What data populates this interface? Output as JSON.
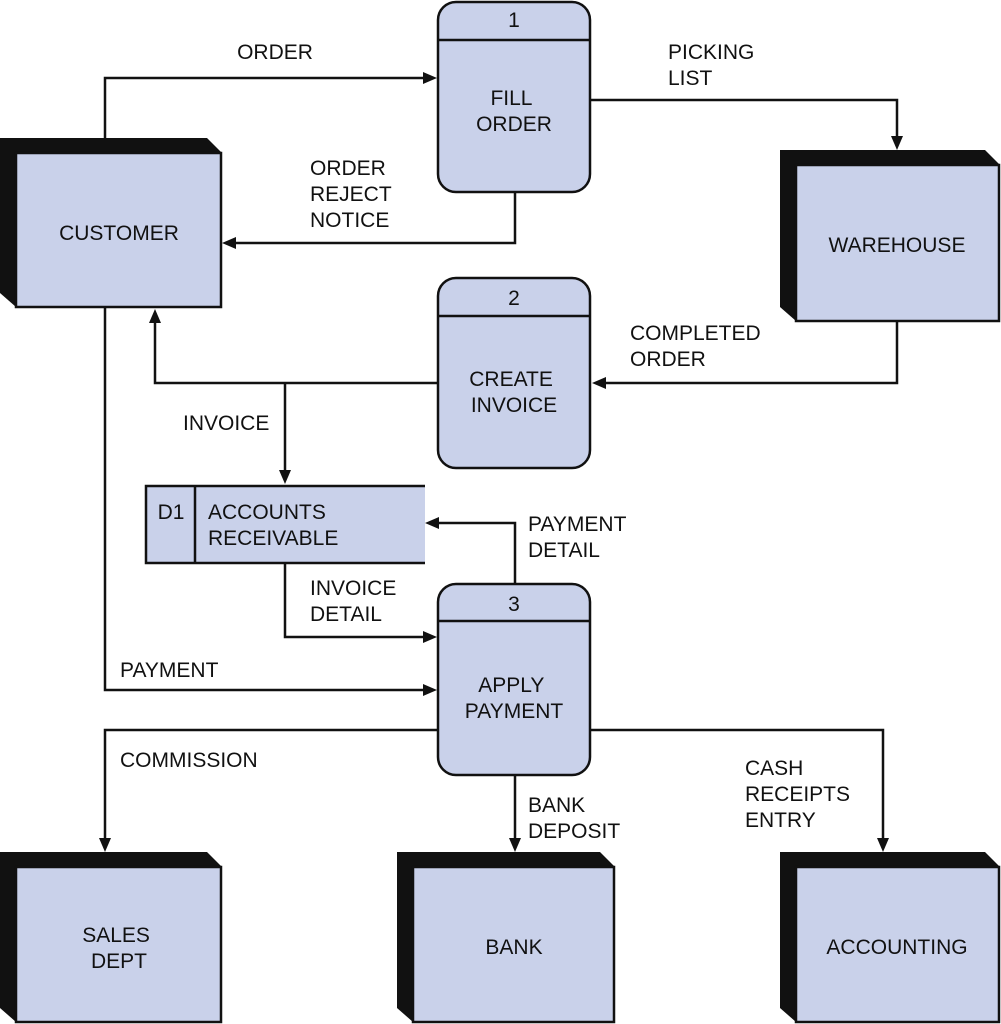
{
  "diagram": {
    "entities": {
      "customer": "CUSTOMER",
      "warehouse": "WAREHOUSE",
      "sales_dept": [
        "SALES",
        "DEPT"
      ],
      "bank": "BANK",
      "accounting": "ACCOUNTING"
    },
    "processes": {
      "fill_order": {
        "number": "1",
        "name": [
          "FILL",
          "ORDER"
        ]
      },
      "create_invoice": {
        "number": "2",
        "name": [
          "CREATE",
          "INVOICE"
        ]
      },
      "apply_payment": {
        "number": "3",
        "name": [
          "APPLY",
          "PAYMENT"
        ]
      }
    },
    "data_store": {
      "id": "D1",
      "name": [
        "ACCOUNTS",
        "RECEIVABLE"
      ]
    },
    "flows": {
      "order": "ORDER",
      "picking_list": [
        "PICKING",
        "LIST"
      ],
      "order_reject_notice": [
        "ORDER",
        "REJECT",
        "NOTICE"
      ],
      "completed_order": [
        "COMPLETED",
        "ORDER"
      ],
      "invoice": "INVOICE",
      "payment_detail": [
        "PAYMENT",
        "DETAIL"
      ],
      "invoice_detail": [
        "INVOICE",
        "DETAIL"
      ],
      "payment": "PAYMENT",
      "commission": "COMMISSION",
      "bank_deposit": [
        "BANK",
        "DEPOSIT"
      ],
      "cash_receipts_entry": [
        "CASH",
        "RECEIPTS",
        "ENTRY"
      ]
    }
  }
}
